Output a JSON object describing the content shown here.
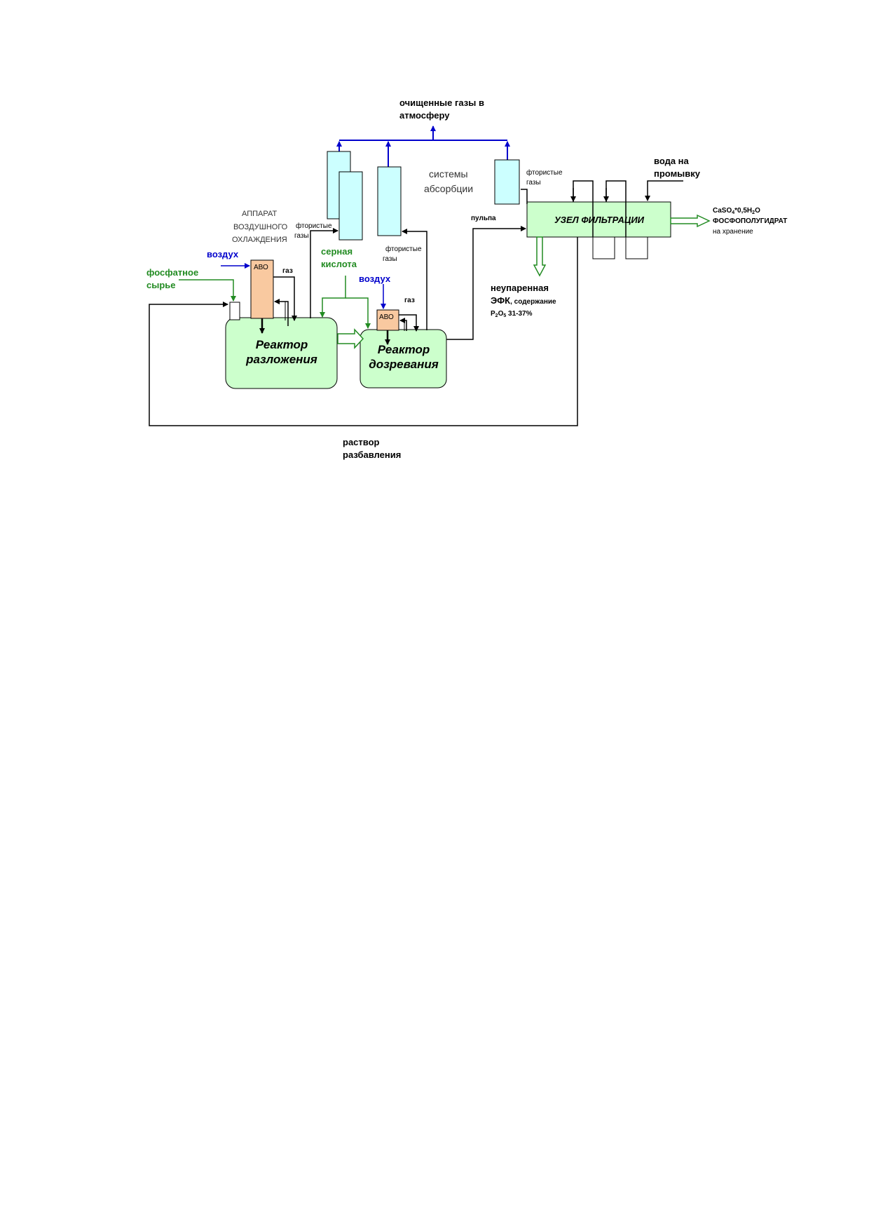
{
  "labels": {
    "clean_gases_1": "очищенные газы в",
    "clean_gases_2": "атмосферу",
    "absorption_1": "системы",
    "absorption_2": "абсорбции",
    "water_1": "вода на",
    "water_2": "промывку",
    "avo_title_1": "АППАРАТ",
    "avo_title_2": "ВОЗДУШНОГО",
    "avo_title_3": "ОХЛАЖДЕНИЯ",
    "fluor_1a": "фтористые",
    "fluor_1b": "газы",
    "fluor_2a": "фтористые",
    "fluor_2b": "газы",
    "fluor_3a": "фтористые",
    "fluor_3b": "газы",
    "air_1": "воздух",
    "air_2": "воздух",
    "phosphate_1": "фосфатное",
    "phosphate_2": "сырье",
    "sulfuric_1": "серная",
    "sulfuric_2": "кислота",
    "gas_1": "газ",
    "gas_2": "газ",
    "avo_1": "АВО",
    "avo_2": "АВО",
    "reactor1_1": "Реактор",
    "reactor1_2": "разложения",
    "reactor2_1": "Реактор",
    "reactor2_2": "дозревания",
    "pulp": "пульпа",
    "filtration": "УЗЕЛ ФИЛЬТРАЦИИ",
    "product_formula_a": "CaSO",
    "product_formula_sub1": "4",
    "product_formula_b": "*0,5H",
    "product_formula_sub2": "2",
    "product_formula_c": "O",
    "product_name": "ФОСФОПОЛУГИДРАТ",
    "product_storage": "на хранение",
    "efk_1": "неупаренная",
    "efk_2a": "ЭФК",
    "efk_2b": ", содержание",
    "efk_3a": "P",
    "efk_3sub1": "2",
    "efk_3b": "O",
    "efk_3sub2": "5",
    "efk_3c": " 31-37%",
    "dilution_1": "раствор",
    "dilution_2": "разбавления"
  },
  "colors": {
    "green_fill": "#ccffcc",
    "cyan_fill": "#ccffff",
    "orange_fill": "#f9c9a0",
    "blue_line": "#0000cc",
    "green_line": "#228b22",
    "black_line": "#000000"
  }
}
